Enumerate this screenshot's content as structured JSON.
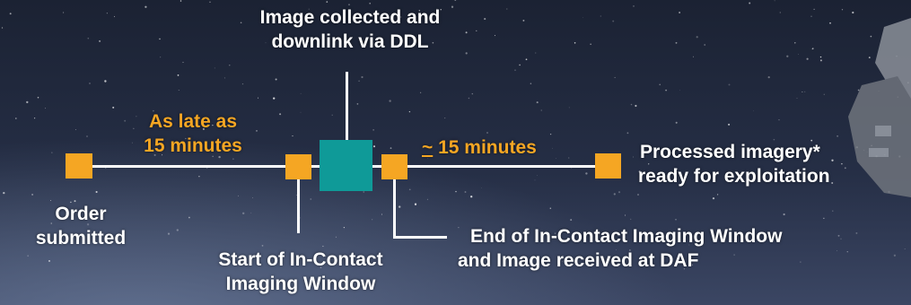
{
  "colors": {
    "accent": "#f5a623",
    "teal": "#0f9a98",
    "text": "#ffffff",
    "background": "#1e2740"
  },
  "labels": {
    "image_collected_line1": "Image collected and",
    "image_collected_line2": "downlink via DDL",
    "as_late_line1": "As late as",
    "as_late_line2": "15 minutes",
    "approx_symbol": "~",
    "approx_minutes": " 15 minutes",
    "processed_line1": "Processed imagery*",
    "processed_line2": "ready for exploitation",
    "order_line1": "Order",
    "order_line2": "submitted",
    "start_line1": "Start of In-Contact",
    "start_line2": "Imaging Window",
    "end_line1": "End of In-Contact Imaging Window",
    "end_line2": "and Image received at DAF"
  }
}
